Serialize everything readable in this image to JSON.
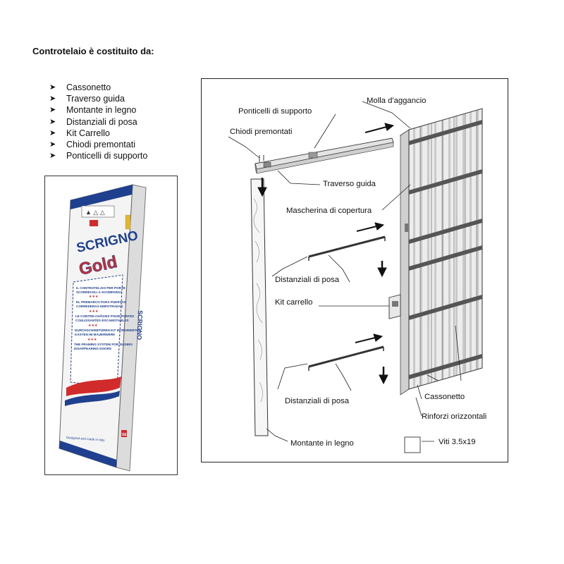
{
  "document": {
    "title": "Controtelaio è costituito da:",
    "bullet_icon": "arrow-bullet-icon",
    "components": [
      "Cassonetto",
      "Traverso guida",
      "Montante in legno",
      "Distanziali di posa",
      "Kit Carrello",
      "Chiodi premontati",
      "Ponticelli di supporto"
    ]
  },
  "product_box": {
    "brand": "SCRIGNO",
    "product": "Gold",
    "side_brand": "SCRIGNO",
    "badge": "SE",
    "description_lines": [
      "IL CONTROTELAIO PER PORTE",
      "SCORREVOLI A SCOMPARSA",
      "EL PREMARCO PARA PUERTAS",
      "CORREDERAS EMPOTRADAS",
      "LE CONTRE-CHÂSSIS POUR PORTES",
      "COULISSANTES ESCAMOTABLES",
      "DURCHSCHIEBTÜREN KIT INTEGRIERTEN",
      "KASTEN IM MAUERWERK",
      "THE FRAMING SYSTEM FOR SLIDING",
      "DISAPPEARING DOORS"
    ],
    "footer": "Designed and made in Italy",
    "colors": {
      "brand_blue": "#1f3f8f",
      "brand_red": "#d22b2b",
      "gold": "#e3b52a"
    }
  },
  "diagram": {
    "labels": {
      "molla": "Molla d'aggancio",
      "ponticelli": "Ponticelli di supporto",
      "chiodi": "Chiodi premontati",
      "traverso": "Traverso guida",
      "mascherina": "Mascherina di copertura",
      "distanziali_1": "Distanziali di posa",
      "kit": "Kit carrello",
      "distanziali_2": "Distanziali di posa",
      "cassonetto": "Cassonetto",
      "rinforzi": "Rinforzi orizzontali",
      "montante": "Montante in legno",
      "viti": "Viti 3.5x19"
    }
  }
}
